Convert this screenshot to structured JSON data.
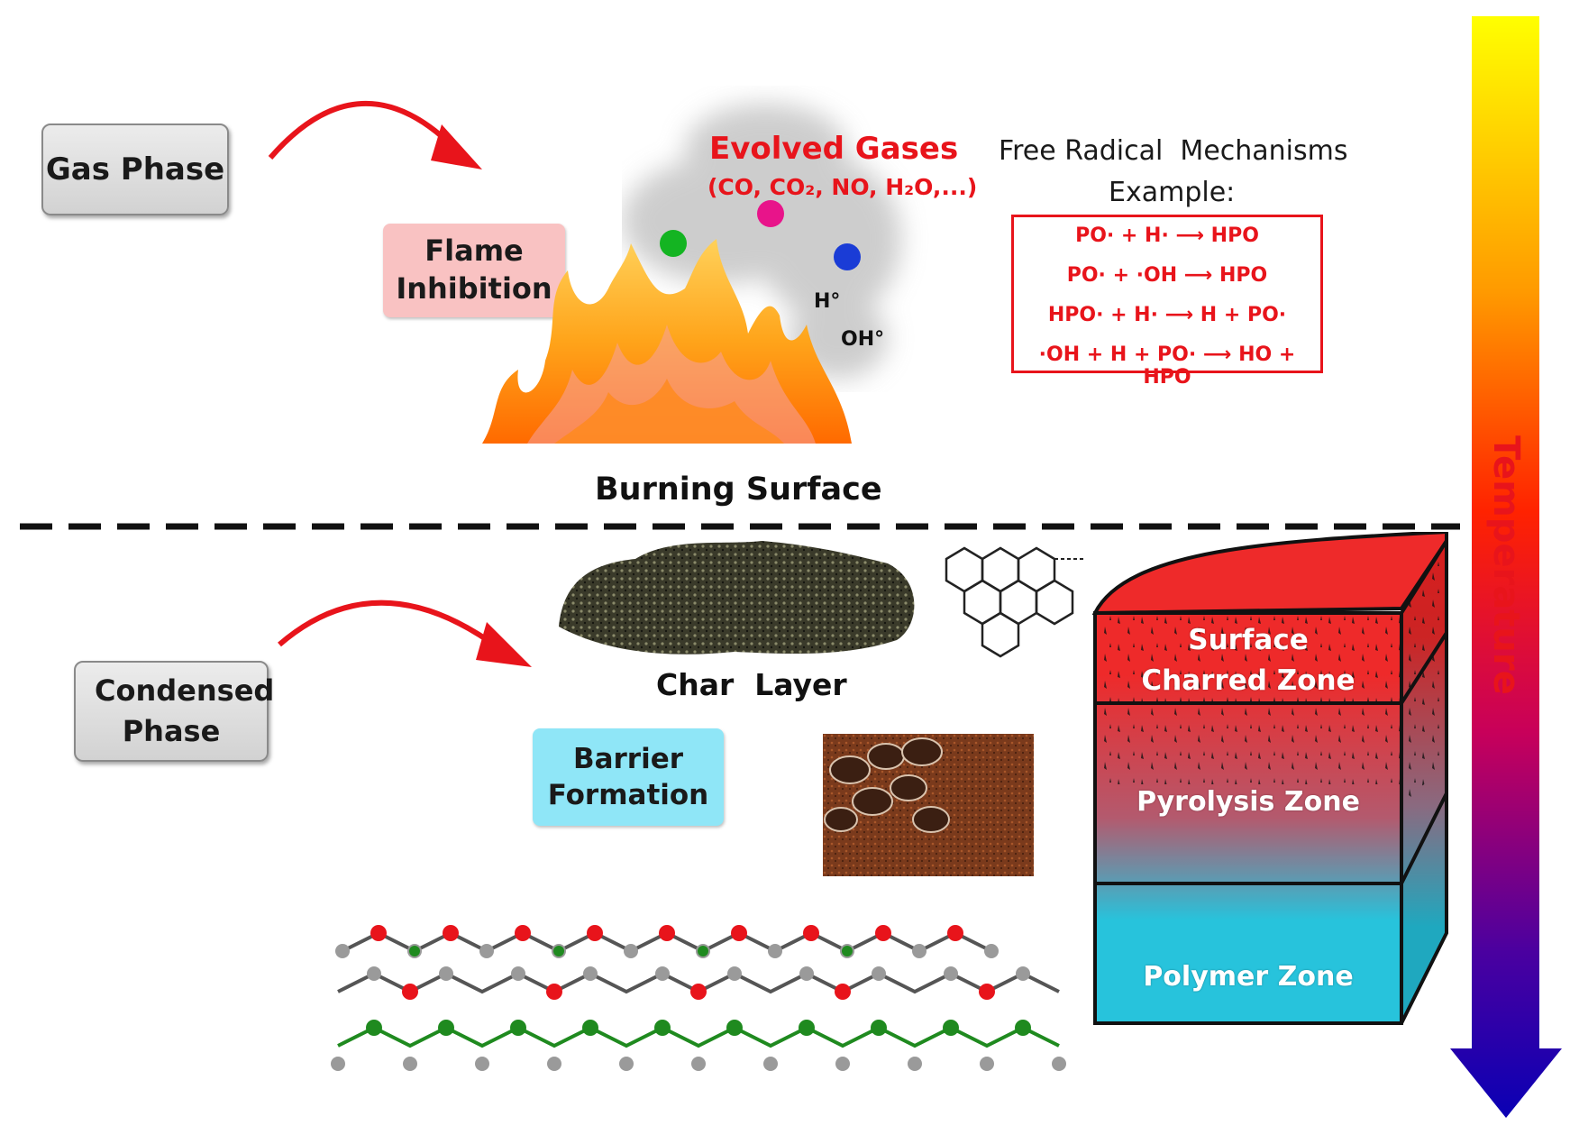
{
  "phases": {
    "gas": "Gas Phase",
    "condensed": "Condensed Phase"
  },
  "mechanisms": {
    "flame_inhibition": "Flame Inhibition",
    "barrier_formation": "Barrier Formation"
  },
  "evolved_gases": {
    "title": "Evolved Gases",
    "list": "(CO, CO₂, NO, H₂O,...)"
  },
  "radicals": {
    "h": "H°",
    "oh": "OH°"
  },
  "free_radical": {
    "title": "Free Radical  Mechanisms",
    "subtitle": "Example:",
    "reactions": [
      "PO· + H· ⟶ HPO",
      "PO· + ·OH ⟶ HPO",
      "HPO· + H· ⟶ H + PO·",
      "·OH + H + PO· ⟶ HO + HPO"
    ]
  },
  "burning_surface": "Burning Surface",
  "char_layer": "Char  Layer",
  "zones": {
    "surface_line1": "Surface",
    "surface_line2": "Charred Zone",
    "pyrolysis": "Pyrolysis Zone",
    "polymer": "Polymer Zone"
  },
  "temperature_label": "Temperature",
  "colors": {
    "arrow_red": "#e8141b",
    "flame_box": "#f9c2c2",
    "barrier_box": "#8fe6f7",
    "char_zone": "#ee2a2a",
    "polymer_zone": "#27c3dc",
    "temp_top": "#ffff00",
    "temp_mid": "#ff2200",
    "temp_bottom": "#0a00b4"
  },
  "icons": [
    "curved-arrow-icon",
    "flame-icon",
    "smoke-cloud-icon",
    "char-cluster-icon",
    "graphite-ring-icon",
    "coffee-grounds-photo",
    "polymer-chain-icon",
    "temperature-arrow-icon"
  ]
}
